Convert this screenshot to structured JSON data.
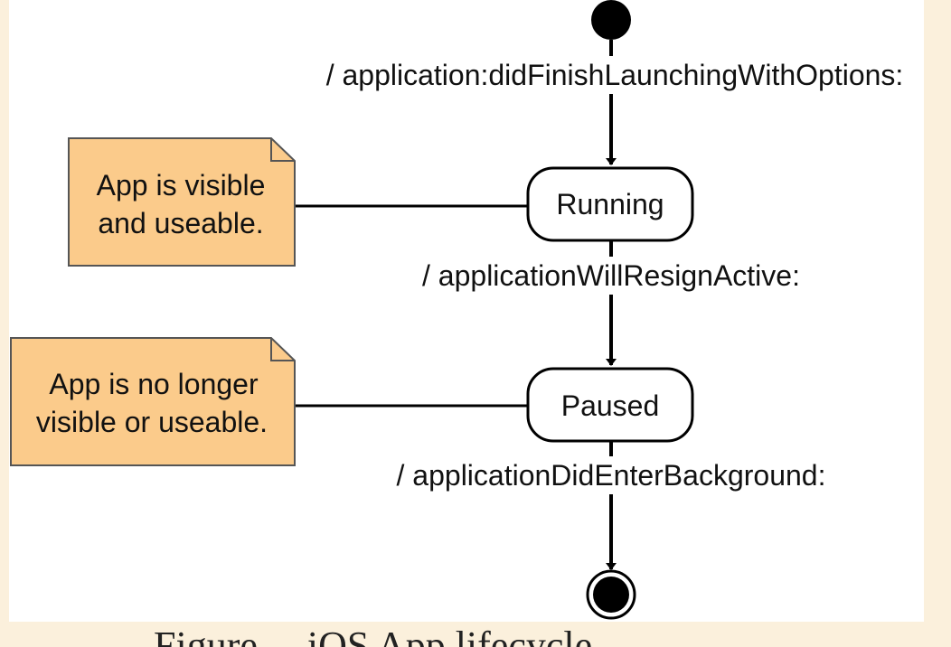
{
  "diagram": {
    "type": "uml-state-machine",
    "states": [
      {
        "id": "running",
        "label": "Running"
      },
      {
        "id": "paused",
        "label": "Paused"
      }
    ],
    "transitions": [
      {
        "from": "initial",
        "to": "running",
        "label": "/ application:didFinishLaunchingWithOptions:"
      },
      {
        "from": "running",
        "to": "paused",
        "label": "/ applicationWillResignActive:"
      },
      {
        "from": "paused",
        "to": "final",
        "label": "/ applicationDidEnterBackground:"
      }
    ],
    "notes": [
      {
        "attached_to": "running",
        "lines": [
          "App is visible",
          "and useable."
        ]
      },
      {
        "attached_to": "paused",
        "lines": [
          "App is no longer",
          "visible or useable."
        ]
      }
    ]
  },
  "caption": {
    "text": "Figure ... iOS App lifecycle"
  },
  "colors": {
    "note_fill": "#fbcb8b",
    "note_stroke": "#555555",
    "page_background": "#fbf0dc",
    "canvas_background": "#ffffff",
    "line": "#000000"
  }
}
